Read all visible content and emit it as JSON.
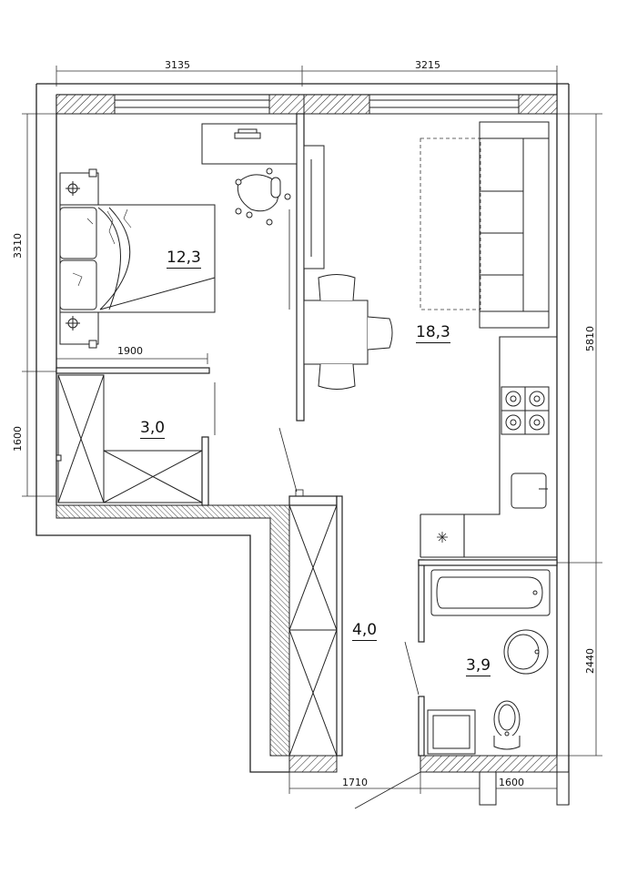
{
  "plan": {
    "dimensions": {
      "top_left": "3135",
      "top_right": "3215",
      "left_bedroom": "3310",
      "left_storage": "1600",
      "bedroom_width": "1900",
      "right_main": "5810",
      "right_bath": "2440",
      "bottom_hall": "1710",
      "bottom_bath": "1600"
    },
    "rooms": {
      "bedroom": "12,3",
      "living": "18,3",
      "storage": "3,0",
      "hall": "4,0",
      "bath": "3,9"
    }
  }
}
